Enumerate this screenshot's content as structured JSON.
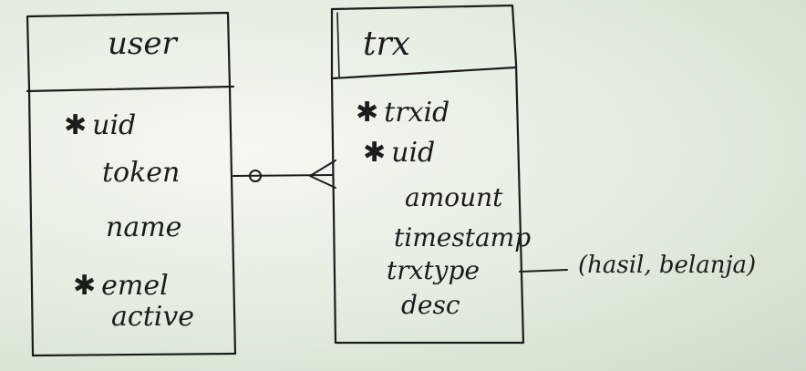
{
  "entities": {
    "user": {
      "title": "user",
      "fields": [
        {
          "star": "✱",
          "name": "uid"
        },
        {
          "star": "",
          "name": "token"
        },
        {
          "star": "",
          "name": "name"
        },
        {
          "star": "✱",
          "name": "emel"
        },
        {
          "star": "",
          "name": "active"
        }
      ]
    },
    "trx": {
      "title": "trx",
      "fields": [
        {
          "star": "✱",
          "name": "trxid"
        },
        {
          "star": "✱",
          "name": "uid"
        },
        {
          "star": "",
          "name": "amount"
        },
        {
          "star": "",
          "name": "timestamp"
        },
        {
          "star": "",
          "name": "trxtype"
        },
        {
          "star": "",
          "name": "desc"
        }
      ]
    }
  },
  "annotation": {
    "text": "(hasil, belanja)"
  },
  "relationship": {
    "from": "user",
    "to": "trx",
    "from_end": "one (zero-or-one)",
    "to_end": "many (crow's foot)"
  },
  "colors": {
    "ink": "#1c1c1c",
    "paper": "#e3ecdf"
  }
}
